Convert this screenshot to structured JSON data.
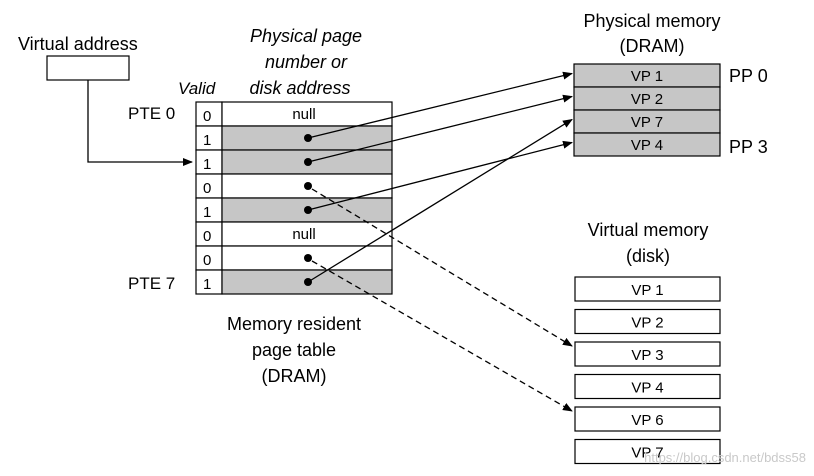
{
  "labels": {
    "virtual_address": "Virtual address",
    "valid_header": "Valid",
    "ppn_header": [
      "Physical page",
      "number or",
      "disk address"
    ],
    "pte0": "PTE 0",
    "pte7": "PTE 7",
    "page_table_caption": [
      "Memory resident",
      "page table",
      "(DRAM)"
    ],
    "phys_mem_title": [
      "Physical memory",
      "(DRAM)"
    ],
    "pp0": "PP 0",
    "pp3": "PP 3",
    "virt_mem_title": [
      "Virtual memory",
      "(disk)"
    ],
    "watermark": "https://blog.csdn.net/bdss58"
  },
  "page_table": [
    {
      "valid": "0",
      "entry": "null",
      "shaded": false
    },
    {
      "valid": "1",
      "entry": "",
      "shaded": true
    },
    {
      "valid": "1",
      "entry": "",
      "shaded": true
    },
    {
      "valid": "0",
      "entry": "",
      "shaded": false
    },
    {
      "valid": "1",
      "entry": "",
      "shaded": true
    },
    {
      "valid": "0",
      "entry": "null",
      "shaded": false
    },
    {
      "valid": "0",
      "entry": "",
      "shaded": false
    },
    {
      "valid": "1",
      "entry": "",
      "shaded": true
    }
  ],
  "physical_memory": [
    "VP 1",
    "VP 2",
    "VP 7",
    "VP 4"
  ],
  "virtual_memory": [
    "VP 1",
    "VP 2",
    "VP 3",
    "VP 4",
    "VP 6",
    "VP 7"
  ],
  "colors": {
    "shaded": "#c6c6c6",
    "line": "#000000",
    "background": "#ffffff"
  }
}
